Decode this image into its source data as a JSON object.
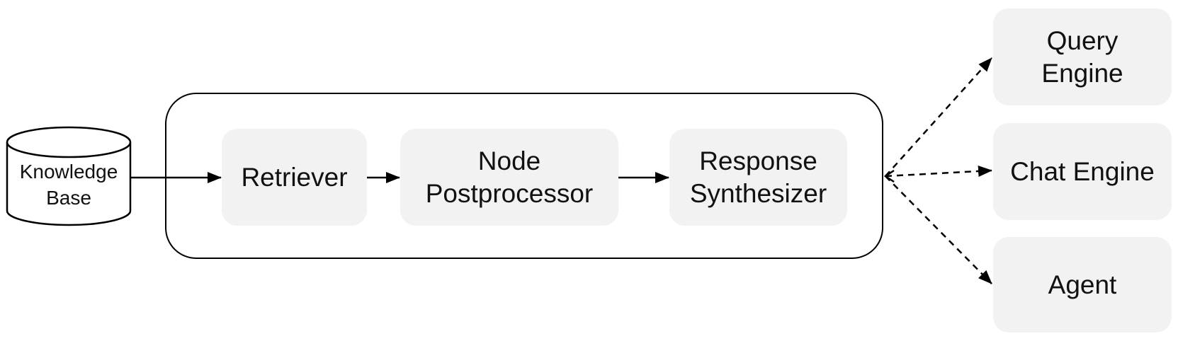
{
  "knowledge_base": {
    "label": "Knowledge\nBase"
  },
  "pipeline": {
    "retriever": "Retriever",
    "node_postprocessor": "Node\nPostprocessor",
    "response_synthesizer": "Response\nSynthesizer"
  },
  "outputs": {
    "query_engine": "Query\nEngine",
    "chat_engine": "Chat Engine",
    "agent": "Agent"
  },
  "colors": {
    "node_fill": "#f2f2f2",
    "stroke": "#000000"
  }
}
